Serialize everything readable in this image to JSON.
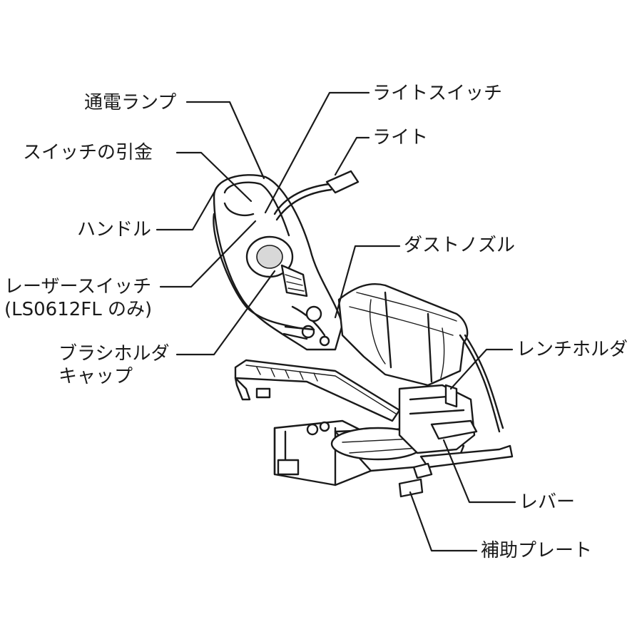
{
  "labels": {
    "power_lamp": "通電ランプ",
    "light_switch": "ライトスイッチ",
    "light": "ライト",
    "switch_trigger": "スイッチの引金",
    "handle": "ハンドル",
    "dust_nozzle": "ダストノズル",
    "laser_switch": "レーザースイッチ",
    "laser_switch_note": "(LS0612FL のみ)",
    "brush_holder_cap_1": "ブラシホルダ",
    "brush_holder_cap_2": "キャップ",
    "wrench_holder": "レンチホルダ",
    "lever": "レバー",
    "aux_plate": "補助プレート"
  }
}
